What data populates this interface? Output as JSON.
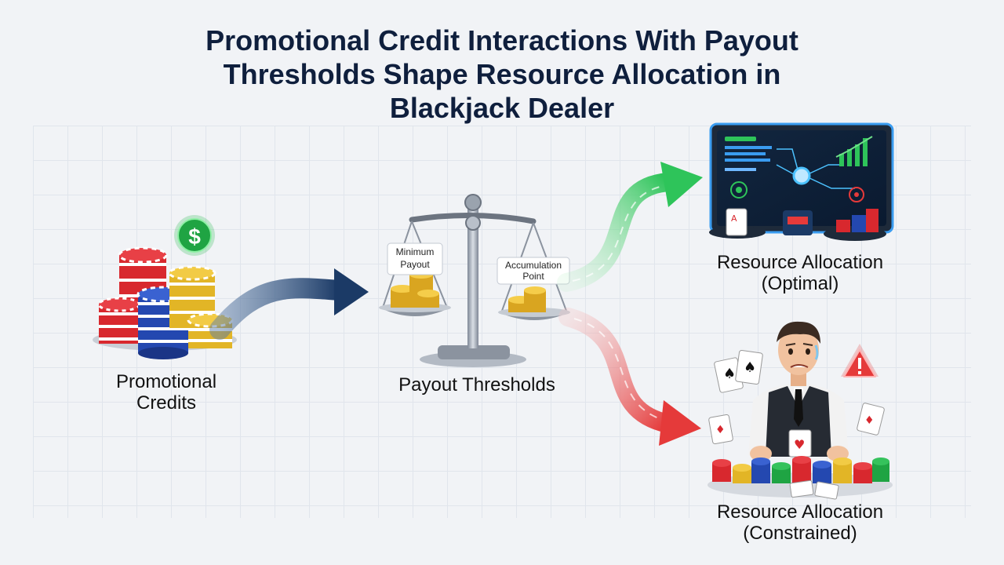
{
  "title": {
    "line1": "Promotional Credit Interactions With Payout",
    "line2": "Thresholds Shape Resource Allocation in",
    "line3": "Blackjack Dealer"
  },
  "nodes": {
    "promotional_credits": {
      "line1": "Promotional",
      "line2": "Credits",
      "badge_icon": "dollar-icon"
    },
    "payout_thresholds": {
      "label": "Payout Thresholds",
      "left_pan_line1": "Minimum",
      "left_pan_line2": "Payout",
      "right_pan_line1": "Accumulation",
      "right_pan_line2": "Point"
    },
    "allocation_optimal": {
      "line1": "Resource Allocation",
      "line2": "(Optimal)"
    },
    "allocation_constrained": {
      "line1": "Resource Allocation",
      "line2": "(Constrained)",
      "warning_icon": "warning-icon"
    }
  },
  "colors": {
    "flow_main": "#1b3a66",
    "flow_optimal": "#2ec45a",
    "flow_constrained": "#e53a3a",
    "chip_red": "#d8282e",
    "chip_blue": "#2448b0",
    "chip_gold": "#e2b526",
    "money_green": "#25b84c"
  }
}
